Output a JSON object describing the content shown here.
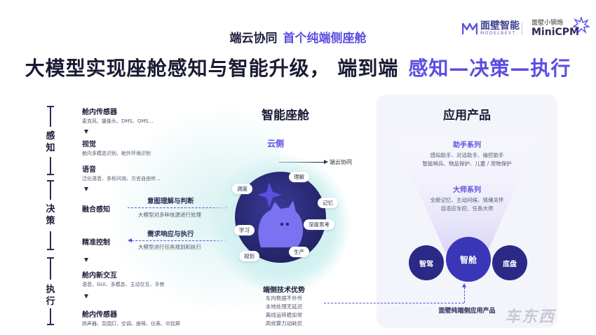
{
  "logo": {
    "cn": "面壁智能",
    "en": "MODELBEST"
  },
  "logo2": {
    "top": "面壁小钢炮",
    "main": "MiniCPM"
  },
  "subtitle": {
    "part1": "端云协同",
    "part2": "首个纯端侧座舱"
  },
  "headline": {
    "part1": "大模型实现座舱感知与智能升级，  端到端",
    "part2": "感知—决策—执行"
  },
  "left": {
    "phases": [
      "感知",
      "决策",
      "执行"
    ],
    "items": [
      {
        "title": "舱内传感器",
        "sub": "麦克风、摄像头、DMS、OMS..."
      },
      {
        "title": "视觉",
        "sub": "舱内多模态识别、舱外环境识别"
      },
      {
        "title": "语音",
        "sub": "泛化语音、多轮问询、方言自由听..."
      },
      {
        "title": "融合感知",
        "sub": ""
      },
      {
        "title": "精准控制",
        "sub": ""
      },
      {
        "title": "舱内新交互",
        "sub": "语音、GUI、多模态、主动交互、手势"
      },
      {
        "title": "舱内传感器",
        "sub": "扬声器、氛围灯、空调、座椅、仪表、中控屏"
      }
    ],
    "flows": [
      {
        "title": "意图理解与判断",
        "sub": "大模型对多种信源进行处理"
      },
      {
        "title": "需求响应与执行",
        "sub": "大模型进行任务规划和执行"
      }
    ]
  },
  "middle": {
    "title": "智能座舱",
    "cloud": "云侧",
    "cloud_link": "端云协同",
    "chips": [
      "理解",
      "调度",
      "记忆",
      "深度思考",
      "学习",
      "生产",
      "规划"
    ],
    "adv_title": "端侧技术优势",
    "adv_items": [
      "车内数据不外传",
      "本地处理无延迟",
      "离线运转稳如常",
      "高效算力动耗优"
    ]
  },
  "right": {
    "title": "应用产品",
    "sections": [
      {
        "title": "助手系列",
        "lines": [
          "感知助手、对话助手、操控助手",
          "智能哨兵、物品保护、儿童 / 宠物保护"
        ]
      },
      {
        "title": "大师系列",
        "lines": [
          "全舱记忆、主动问候、情绪关怀",
          "自适应车控、任务大师"
        ]
      }
    ],
    "circles": [
      "智驾",
      "智舱",
      "底盘"
    ],
    "bottom": "面壁纯端侧应用产品"
  },
  "watermark": "车东西",
  "colors": {
    "accent": "#5b4ee0",
    "navy": "#232466",
    "text": "#1c1d3a"
  }
}
